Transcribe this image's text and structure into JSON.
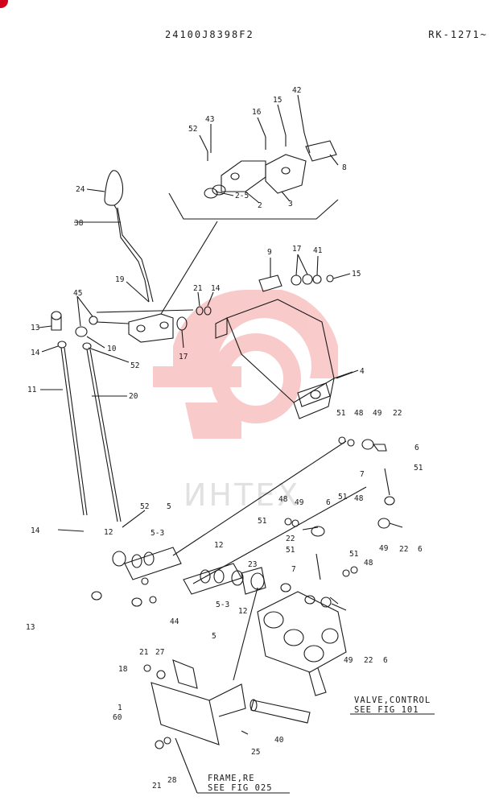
{
  "header": {
    "drawing_code": "24100J8398F2",
    "serial_range": "RK-1271~"
  },
  "watermark": {
    "text": "ИНТЕХ",
    "color": "#f5a0a0"
  },
  "references": {
    "valve_title": "VALVE,CONTROL",
    "valve_see": "SEE FIG 101",
    "frame_title": "FRAME,RE",
    "frame_see": "SEE FIG 025"
  },
  "callouts": {
    "c42": "42",
    "c16": "16",
    "c15a": "15",
    "c43": "43",
    "c52a": "52",
    "c8": "8",
    "c25a": "2-5",
    "c2": "2",
    "c3": "3",
    "c24": "24",
    "c38": "38",
    "c9": "9",
    "c17a": "17",
    "c41": "41",
    "c15b": "15",
    "c19": "19",
    "c21a": "21",
    "c14a": "14",
    "c45": "45",
    "c13a": "13",
    "c10": "10",
    "c17b": "17",
    "c14b": "14",
    "c52b": "52",
    "c4": "4",
    "c11": "11",
    "c20": "20",
    "c51a": "51",
    "c48a": "48",
    "c49a": "49",
    "c22a": "22",
    "c6a": "6",
    "c7a": "7",
    "c51b": "51",
    "c51c": "51",
    "c48b": "48",
    "c6b": "6",
    "c49b": "49",
    "c22b": "22",
    "c6c": "6",
    "c48c": "48",
    "c49c": "49",
    "c51d": "51",
    "c22c": "22",
    "c51e": "51",
    "c7b": "7",
    "c51f": "51",
    "c48d": "48",
    "c14c": "14",
    "c52c": "52",
    "c5a": "5",
    "c12a": "12",
    "c53a": "5-3",
    "c12b": "12",
    "c23": "23",
    "c53b": "5-3",
    "c12c": "12",
    "c5b": "5",
    "c13b": "13",
    "c44": "44",
    "c49d": "49",
    "c22d": "22",
    "c6d": "6",
    "c21b": "21",
    "c27": "27",
    "c18": "18",
    "c1": "1",
    "c60": "60",
    "c40": "40",
    "c25b": "25",
    "c21c": "21",
    "c28": "28"
  }
}
